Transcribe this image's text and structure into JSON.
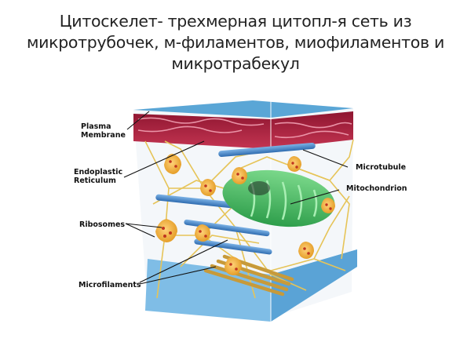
{
  "slide": {
    "title_lines": [
      "Цитоскелет- трехмерная цитопл-я сеть из",
      "микротрубочек, м-филаментов, миофиламентов и",
      "микротрабекул"
    ]
  },
  "diagram": {
    "subject": "cytoskeleton 3D cell block",
    "labels": {
      "plasma_membrane": [
        "Plasma",
        "Membrane"
      ],
      "endoplastic_reticulum": [
        "Endoplastic",
        "Reticulum"
      ],
      "ribosomes": "Ribosomes",
      "microfilaments": "Microfilaments",
      "microtubule": "Microtubule",
      "mitochondrion": "Mitochondrion"
    },
    "colors": {
      "membrane_top": "#5aa6d6",
      "reticulum": "#b0243f",
      "microtubule": "#3f7fc4",
      "mitochondrion": "#3fb35a",
      "filaments": "#e8c860",
      "ribosome_cells": "#f0a830",
      "floor": "#6bb3e0"
    }
  }
}
